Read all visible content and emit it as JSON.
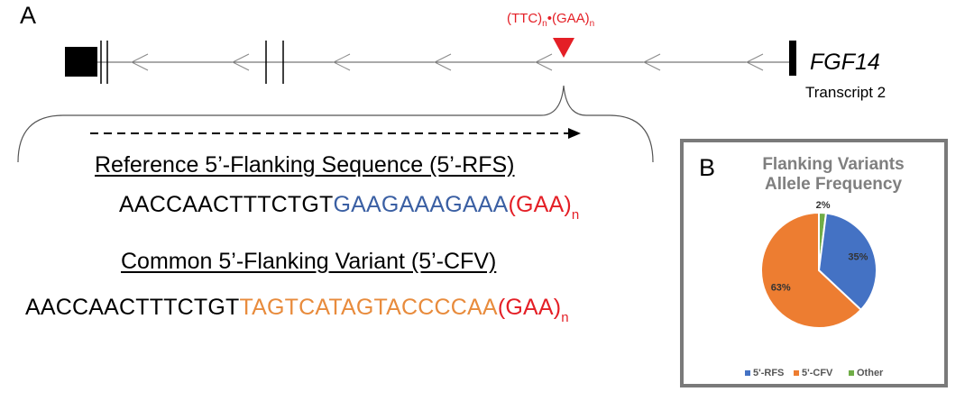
{
  "panel_a": {
    "letter": "A",
    "repeat_label": {
      "part1": "(TTC)",
      "sub1": "n",
      "part2": "•(GAA)",
      "sub2": "n"
    },
    "gene_name": "FGF14",
    "transcript": "Transcript 2",
    "reference": {
      "title": "Reference 5’-Flanking Sequence (5’-RFS)",
      "seq_black": "AACCAACTTTCTGT",
      "seq_colored": "GAAGAAAGAAA",
      "repeat": "(GAA)",
      "repeat_sub": "n"
    },
    "variant": {
      "title": "Common 5’-Flanking Variant (5’-CFV)",
      "seq_black": "AACCAACTTTCTGT",
      "seq_colored": "TAGTCATAGTACCCCAA",
      "repeat": "(GAA)",
      "repeat_sub": "n"
    }
  },
  "panel_b": {
    "letter": "B",
    "title_line1": "Flanking Variants",
    "title_line2": "Allele Frequency"
  },
  "colors": {
    "repeat_red": "#e41f26",
    "rfs_blue": "#3a5fa3",
    "cfv_orange": "#e88b3c",
    "other_green": "#5cb04a"
  },
  "chart_data": {
    "type": "pie",
    "title": "Flanking Variants Allele Frequency",
    "slices": [
      {
        "label": "5'-RFS",
        "value": 35,
        "display": "35%",
        "color": "#4472c4"
      },
      {
        "label": "5'-CFV",
        "value": 63,
        "display": "63%",
        "color": "#ed7d31"
      },
      {
        "label": "Other",
        "value": 2,
        "display": "2%",
        "color": "#70ad47"
      }
    ],
    "legend": "bottom"
  }
}
